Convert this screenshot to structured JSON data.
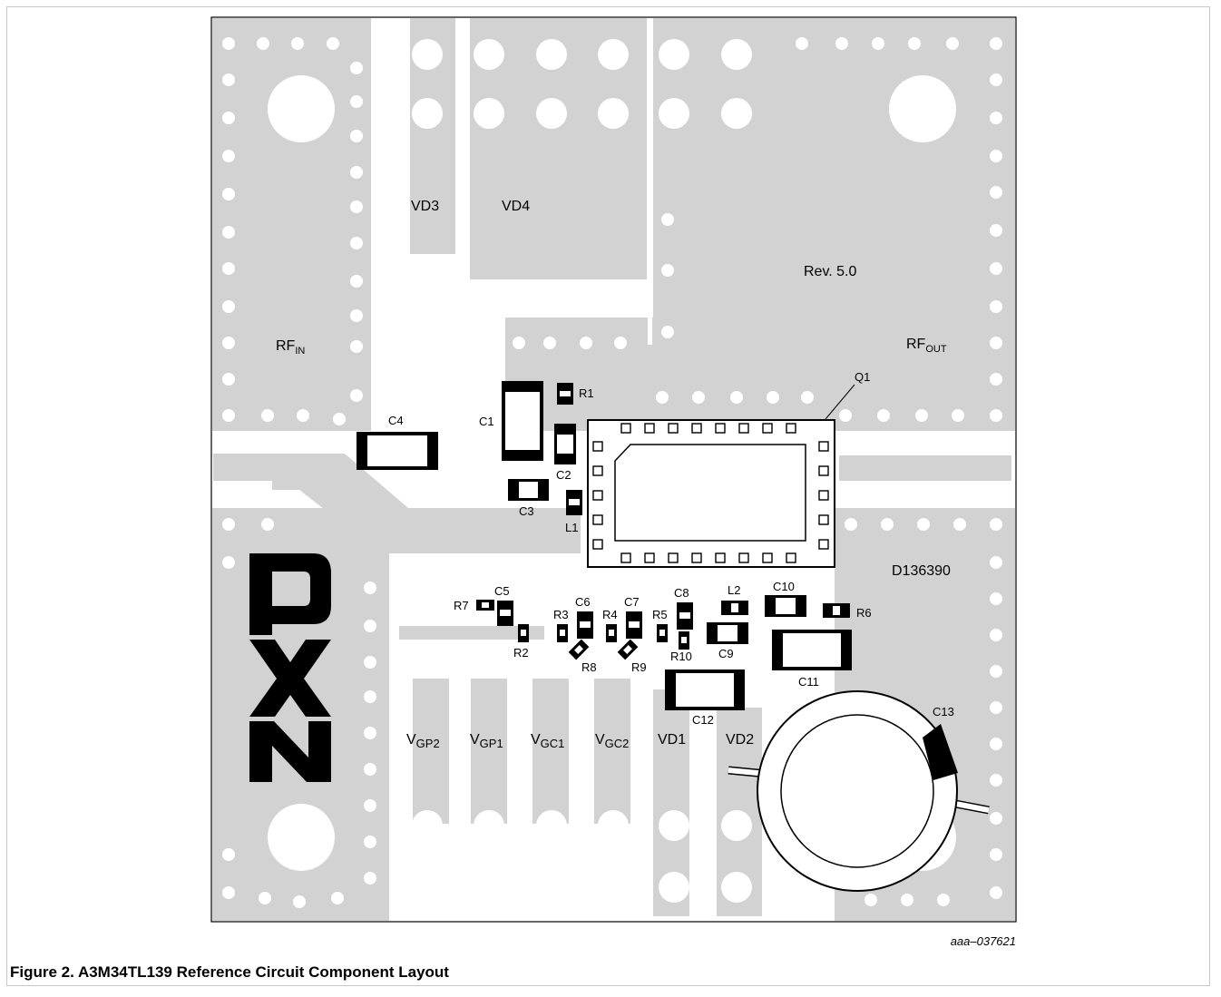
{
  "figure": {
    "caption": "Figure 2. A3M34TL139 Reference Circuit Component Layout",
    "code": "aaa–037621"
  },
  "board": {
    "revision": "Rev. 5.0",
    "part_number": "D136390",
    "logo": "NXP",
    "ports": {
      "rf_in_main": "RF",
      "rf_in_sub": "IN",
      "rf_out_main": "RF",
      "rf_out_sub": "OUT"
    },
    "supply_labels": {
      "vd3": "VD3",
      "vd4": "VD4",
      "vd1": "VD1",
      "vd2": "VD2",
      "vgp2_main": "V",
      "vgp2_sub": "GP2",
      "vgp1_main": "V",
      "vgp1_sub": "GP1",
      "vgc1_main": "V",
      "vgc1_sub": "GC1",
      "vgc2_main": "V",
      "vgc2_sub": "GC2"
    },
    "components": {
      "r1": "R1",
      "r2": "R2",
      "r3": "R3",
      "r4": "R4",
      "r5": "R5",
      "r6": "R6",
      "r7": "R7",
      "r8": "R8",
      "r9": "R9",
      "r10": "R10",
      "c1": "C1",
      "c2": "C2",
      "c3": "C3",
      "c4": "C4",
      "c5": "C5",
      "c6": "C6",
      "c7": "C7",
      "c8": "C8",
      "c9": "C9",
      "c10": "C10",
      "c11": "C11",
      "c12": "C12",
      "c13": "C13",
      "l1": "L1",
      "l2": "L2",
      "q1": "Q1"
    },
    "colors": {
      "copper": "#d2d2d2",
      "substrate": "#ffffff",
      "component": "#000000"
    }
  }
}
